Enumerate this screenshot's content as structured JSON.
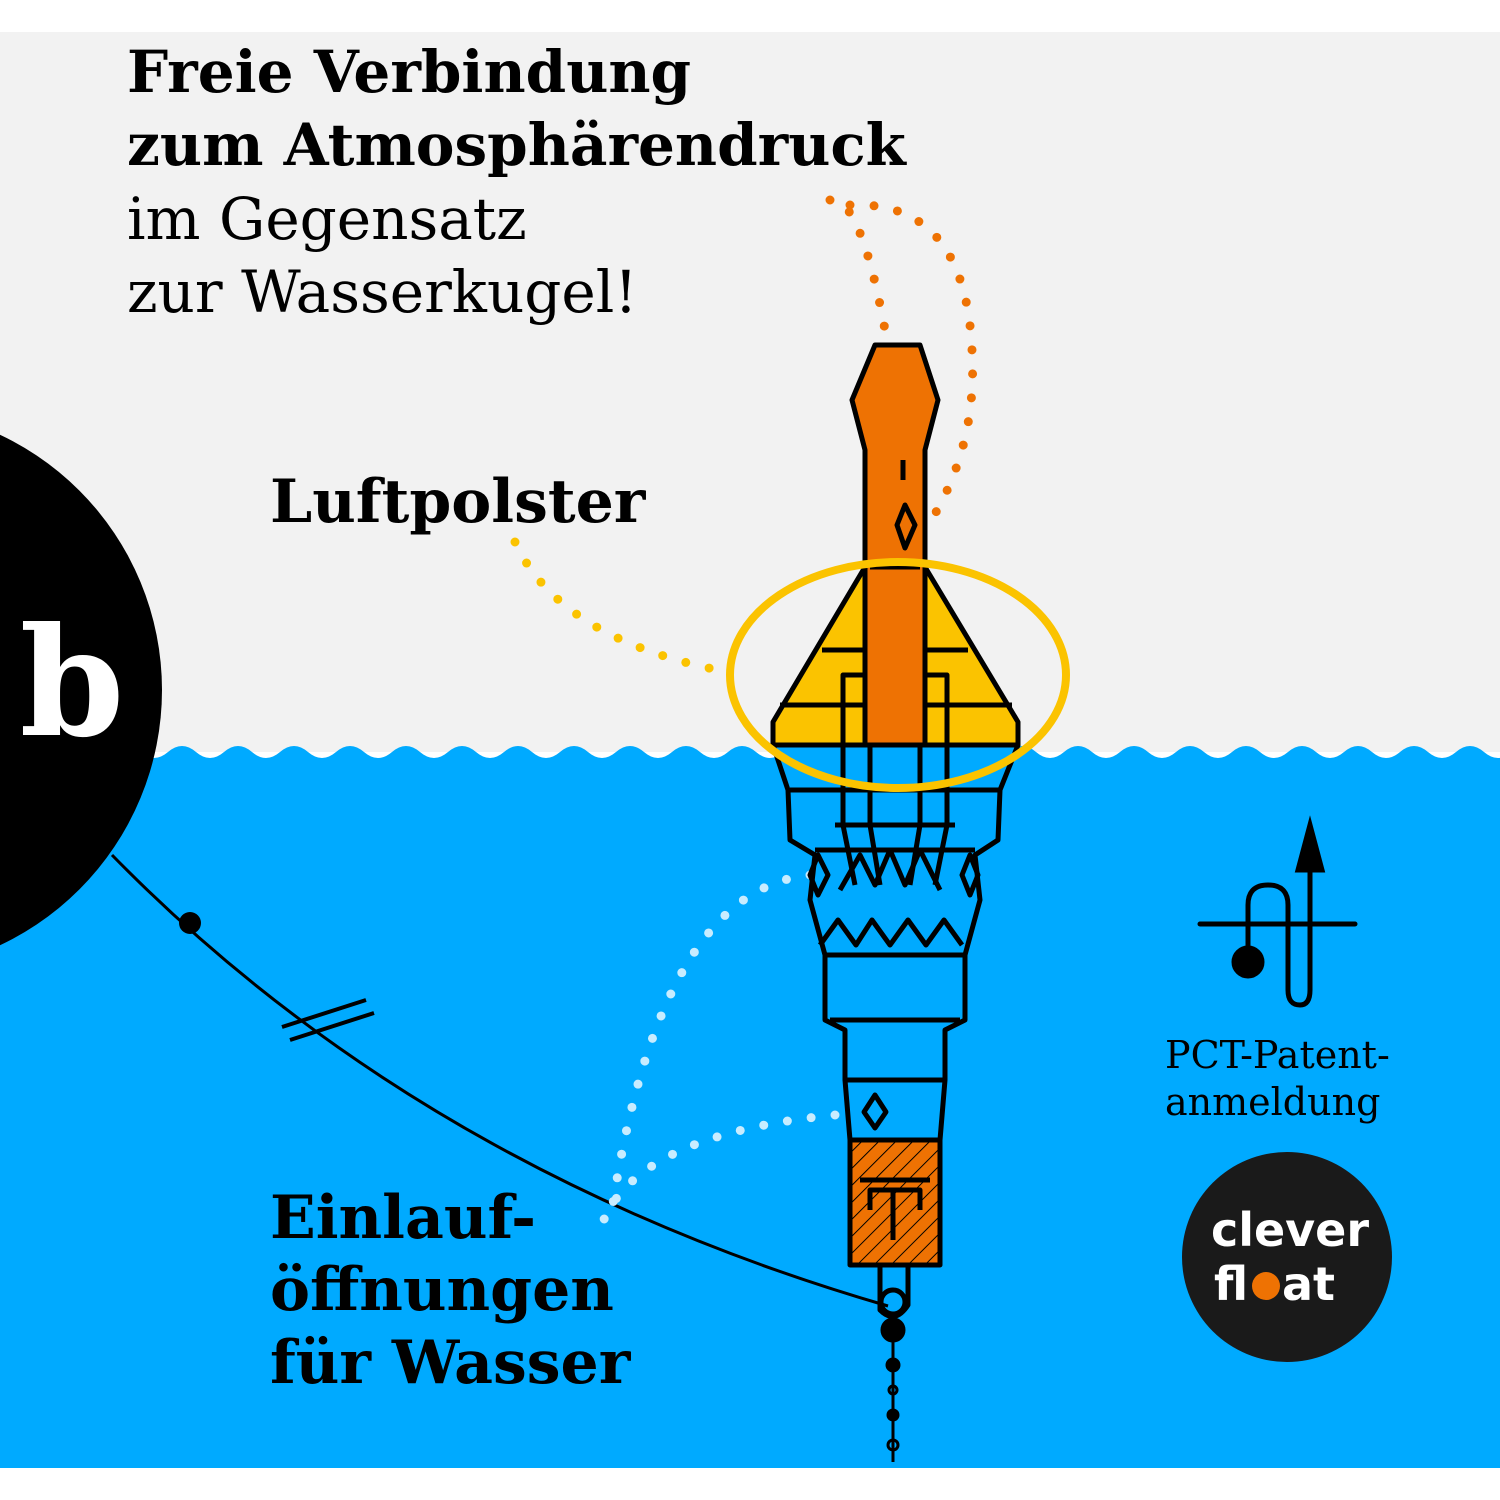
{
  "headline": {
    "line1": "Freie Verbindung",
    "line2": "zum Atmosphärendruck",
    "line3": "im Gegensatz",
    "line4": "zur Wasserkugel!"
  },
  "labels": {
    "air_cushion": "Luftpolster",
    "inlet_line1": "Einlauf-",
    "inlet_line2": "öffnungen",
    "inlet_line3": "für Wasser",
    "variant_letter": "b",
    "patent_line1": "PCT-Patent-",
    "patent_line2": "anmeldung"
  },
  "logo": {
    "word1": "clever",
    "word2_start": "fl",
    "word2_end": "at"
  },
  "colors": {
    "air_bg": "#f2f2f2",
    "water": "#00aaff",
    "orange": "#ee7203",
    "yellow": "#fbc300",
    "light_blue_dots": "#c8ecff",
    "ink": "#000000",
    "logo_bg": "#1a1a1a"
  },
  "icons": [
    "patent-symbol-icon",
    "float-icon",
    "variant-badge-icon"
  ]
}
